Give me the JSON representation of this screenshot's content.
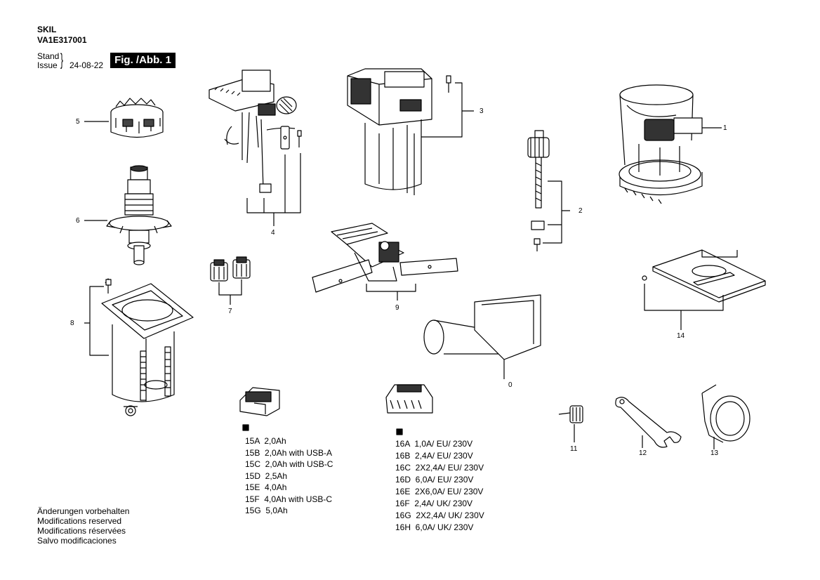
{
  "header": {
    "brand": "SKIL",
    "model": "VA1E317001",
    "stand": "Stand",
    "issue": "Issue",
    "date": "24-08-22",
    "figure": "Fig. /Abb. 1"
  },
  "callouts": [
    {
      "id": "c1",
      "label": "1"
    },
    {
      "id": "c2",
      "label": "2"
    },
    {
      "id": "c3",
      "label": "3"
    },
    {
      "id": "c4",
      "label": "4"
    },
    {
      "id": "c5",
      "label": "5"
    },
    {
      "id": "c6",
      "label": "6"
    },
    {
      "id": "c7",
      "label": "7"
    },
    {
      "id": "c8",
      "label": "8"
    },
    {
      "id": "c9",
      "label": "9"
    },
    {
      "id": "c10",
      "label": "0"
    },
    {
      "id": "c11",
      "label": "11"
    },
    {
      "id": "c12",
      "label": "12"
    },
    {
      "id": "c13",
      "label": "13"
    },
    {
      "id": "c14",
      "label": "14"
    }
  ],
  "battery_list": [
    "15A  2,0Ah",
    "15B  2,0Ah with USB-A",
    "15C  2,0Ah with USB-C",
    "15D  2,5Ah",
    "15E  4,0Ah",
    "15F  4,0Ah with USB-C",
    "15G  5,0Ah"
  ],
  "charger_list": [
    "16A  1,0A/ EU/ 230V",
    "16B  2,4A/ EU/ 230V",
    "16C  2X2,4A/ EU/ 230V",
    "16D  6,0A/ EU/ 230V",
    "16E  2X6,0A/ EU/ 230V",
    "16F  2,4A/ UK/ 230V",
    "16G  2X2,4A/ UK/ 230V",
    "16H  6,0A/ UK/ 230V"
  ],
  "footer": [
    "Änderungen vorbehalten",
    "Modifications reserved",
    "Modifications réservées",
    "Salvo modificaciones"
  ]
}
